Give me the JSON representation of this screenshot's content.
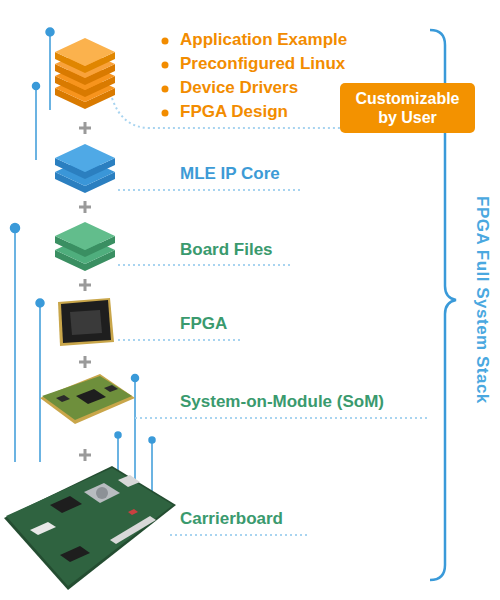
{
  "diagram": {
    "nodes": [
      {
        "text": [
          "Customizable by User"
        ]
      }
    ],
    "labels": [
      "Application Example",
      "Preconfigured Linux",
      "Device Drivers",
      "FPGA Design",
      "MLE IP Core",
      "Board Files",
      "FPGA",
      "System-on-Module (SoM)",
      "Carrierboard",
      "FPGA Full System Stack"
    ]
  }
}
